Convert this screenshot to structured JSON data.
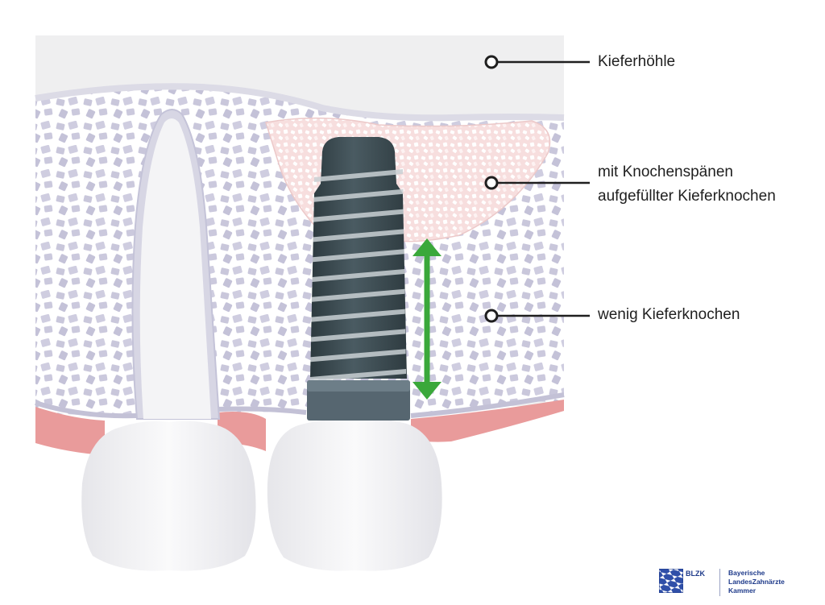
{
  "labels": {
    "sinus": "Kieferhöhle",
    "graft_line1": "mit Knochenspänen",
    "graft_line2": "aufgefüllter Kieferknochen",
    "bone": "wenig Kieferknochen"
  },
  "logo": {
    "abbr": "BLZK",
    "name_line1": "Bayerische",
    "name_line2": "LandesZahnärzte",
    "name_line3": "Kammer"
  },
  "colors": {
    "sinus": "#efeff0",
    "bone_bg": "#ffffff",
    "bone_chip": "#c9c7db",
    "graft_bg": "#f7dede",
    "graft_chip": "#ffffff",
    "gum": "#e99b9b",
    "tooth": "#f2f2f4",
    "implant": "#3a4a50",
    "arrow": "#3aa83a",
    "brand": "#1e3a8a"
  }
}
